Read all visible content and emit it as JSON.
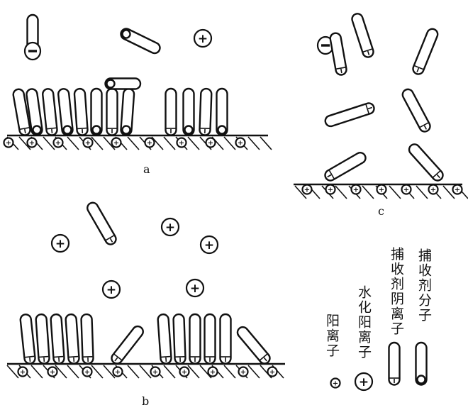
{
  "panels": {
    "a": {
      "label": "a"
    },
    "b": {
      "label": "b"
    },
    "c": {
      "label": "c"
    }
  },
  "legend": {
    "collector_molecule": "捕收剂分子",
    "collector_anion": "捕收剂阴离子",
    "hydrated_cation": "水化阳离子",
    "cation": "阳离子"
  },
  "symbols": {
    "plus": "+",
    "minus": "−"
  }
}
